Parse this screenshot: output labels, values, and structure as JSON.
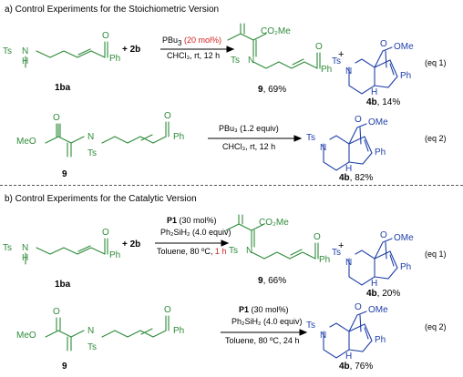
{
  "section_a": {
    "title": "a) Control Experiments for the Stoichiometric Version",
    "eq1": {
      "reagent": "+ 2b",
      "catalyst_prefix": "PBu",
      "catalyst_sub": "3",
      "catalyst_loading": "(20 mol%)",
      "conditions": "CHCl₃, rt, 12 h",
      "product_9_label": "9",
      "product_9_yield": ", 69%",
      "product_4b_label": "4b",
      "product_4b_yield": ", 14%",
      "tag": "(eq 1)",
      "substrate_label": "1ba"
    },
    "eq2": {
      "reagent": "PBu₃ (1.2 equiv)",
      "conditions": "CHCl₃, rt, 12 h",
      "product_label": "4b",
      "product_yield": ", 82%",
      "tag": "(eq 2)",
      "substrate_label": "9"
    }
  },
  "section_b": {
    "title": "b) Control Experiments for the Catalytic Version",
    "eq1": {
      "reagent": "+ 2b",
      "catalyst_name": "P1",
      "catalyst_loading": " (30 mol%)",
      "silane": "Ph₂SiH₂ (4.0 equiv)",
      "conditions_prefix": "Toluene, 80 ºC, ",
      "conditions_time": "1 h",
      "product_9_label": "9",
      "product_9_yield": ", 66%",
      "product_4b_label": "4b",
      "product_4b_yield": ", 20%",
      "tag": "(eq 1)",
      "substrate_label": "1ba"
    },
    "eq2": {
      "catalyst_name": "P1",
      "catalyst_loading": " (30 mol%)",
      "silane": "Ph₂SiH₂ (4.0 equiv)",
      "conditions": "Toluene, 80 ºC, 24 h",
      "product_label": "4b",
      "product_yield": ", 76%",
      "tag": "(eq 2)",
      "substrate_label": "9"
    }
  },
  "atoms": {
    "ts": "Ts",
    "n": "N",
    "h": "H",
    "o": "O",
    "ph": "Ph",
    "co2me": "CO₂Me",
    "ome": "OMe",
    "meo": "MeO",
    "plus": "+"
  },
  "colors": {
    "green": "#2e8b3a",
    "blue": "#1f3fa8",
    "red": "#d42020"
  }
}
